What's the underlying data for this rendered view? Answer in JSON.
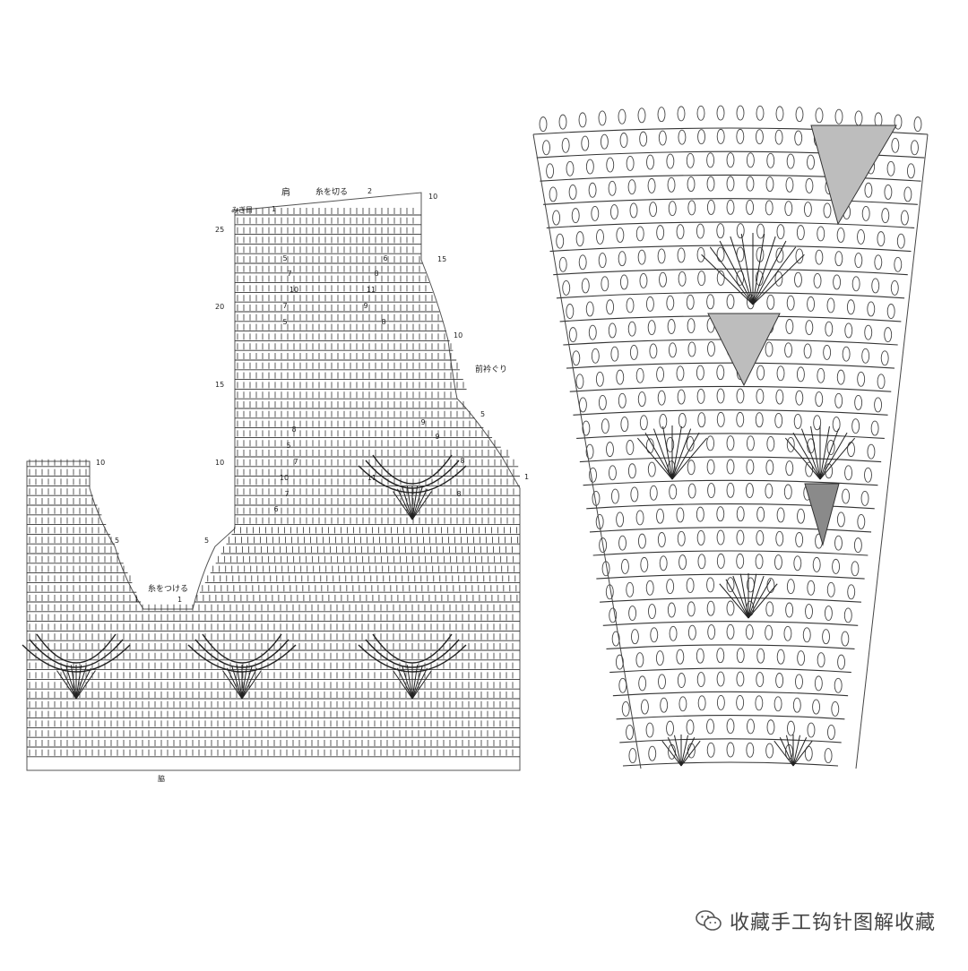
{
  "left_chart": {
    "top_label_main": "肩",
    "top_label_a": "みぎ目",
    "top_label_b": "糸を切る",
    "top_label_c": "2",
    "top_label_d": "1",
    "neckline_label": "前衿ぐり",
    "side_label": "糸をつける",
    "bottom_label": "脇",
    "row_numbers_left": [
      "25",
      "20",
      "15",
      "10"
    ],
    "row_numbers_right": [
      "10",
      "15",
      "10",
      "5",
      "1"
    ],
    "short_marks": [
      "10",
      "5",
      "1",
      "1",
      "5"
    ],
    "cell_numbers": [
      "5",
      "6",
      "7",
      "8",
      "9",
      "10",
      "11"
    ]
  },
  "right_chart": {
    "description_marks": []
  },
  "watermark": {
    "text": "收藏手工钩针图解收藏",
    "icon": "wechat-icon"
  }
}
